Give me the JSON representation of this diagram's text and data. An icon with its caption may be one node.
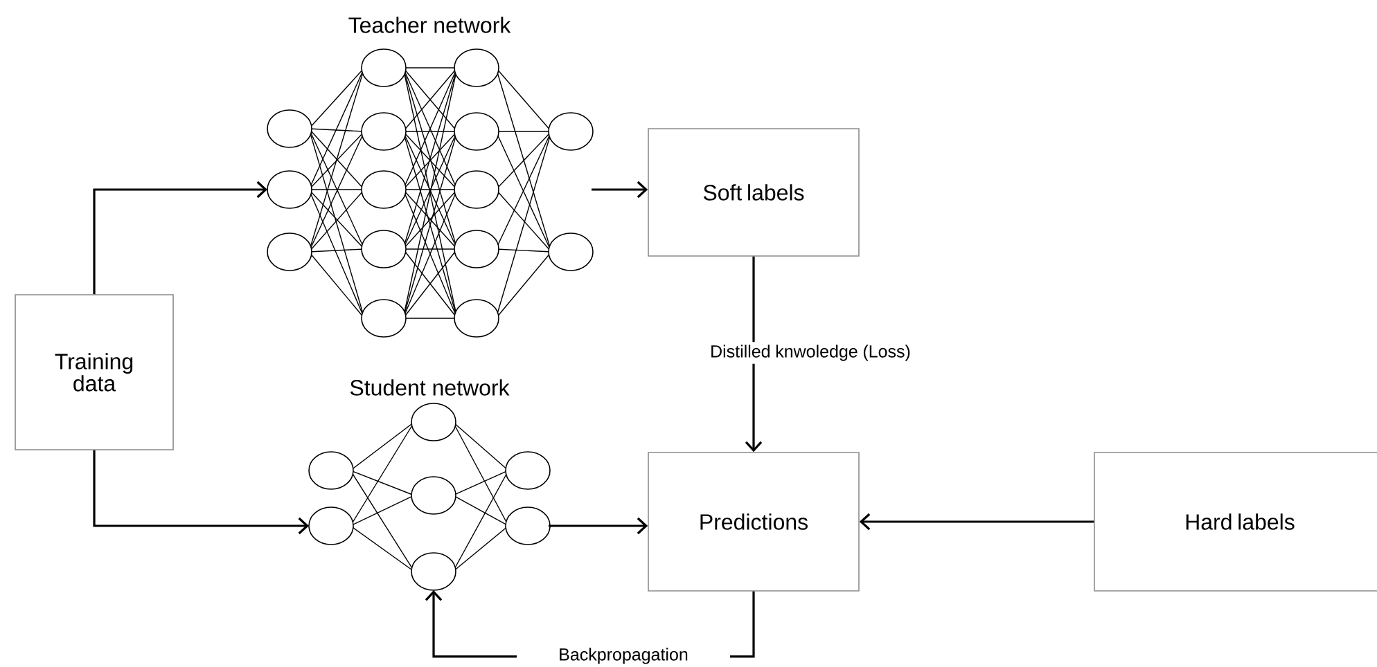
{
  "diagram": {
    "nodes": [
      {
        "text": [
          "Training data"
        ]
      },
      {
        "text": [
          "Teacher network"
        ]
      },
      {
        "text": [
          "Soft labels"
        ]
      },
      {
        "text": [
          "Student network"
        ]
      },
      {
        "text": [
          "Predictions"
        ]
      },
      {
        "text": [
          "Hard labels"
        ]
      }
    ],
    "edges": [
      {
        "from": 0,
        "to": 1,
        "arrow": "to"
      },
      {
        "from": 0,
        "to": 3,
        "arrow": "to"
      },
      {
        "from": 1,
        "to": 2,
        "arrow": "to"
      },
      {
        "from": 2,
        "to": 4,
        "arrow": "to",
        "label": "Distilled knwoledge (Loss)"
      },
      {
        "from": 3,
        "to": 4,
        "arrow": "to"
      },
      {
        "from": 5,
        "to": 4,
        "arrow": "to"
      },
      {
        "from": 4,
        "to": 3,
        "arrow": "to",
        "label": "Backpropagation"
      }
    ]
  }
}
